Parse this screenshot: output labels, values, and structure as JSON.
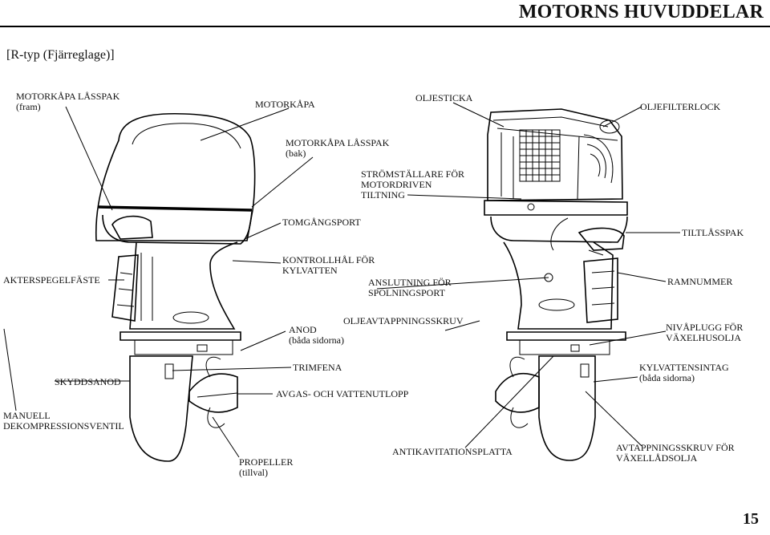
{
  "header": {
    "title": "MOTORNS HUVUDDELAR"
  },
  "section": {
    "subtitle": "[R-typ (Fjärreglage)]"
  },
  "page": {
    "number": "15"
  },
  "labels": {
    "cover_latch_front": {
      "line1": "MOTORKÅPA LÅSSPAK",
      "line2": "(fram)"
    },
    "engine_cover": "MOTORKÅPA",
    "oil_dipstick": "OLJESTICKA",
    "oil_filter_lock": "OLJEFILTERLOCK",
    "cover_latch_rear": {
      "line1": "MOTORKÅPA LÅSSPAK",
      "line2": "(bak)"
    },
    "power_tilt_switch": {
      "line1": "STRÖMSTÄLLARE FÖR",
      "line2": "MOTORDRIVEN",
      "line3": "TILTNING"
    },
    "idle_port": "TOMGÅNGSPORT",
    "tilt_lock_lever": "TILTLÅSSPAK",
    "transom_bracket": "AKTERSPEGELFÄSTE",
    "check_hole": {
      "line1": "KONTROLLHÅL FÖR",
      "line2": "KYLVATTEN"
    },
    "flush_port": {
      "line1": "ANSLUTNING FÖR",
      "line2": "SPOLNINGSPORT"
    },
    "frame_number": "RAMNUMMER",
    "anode": {
      "line1": "ANOD",
      "line2": "(båda sidorna)"
    },
    "oil_drain_bolt": "OLJEAVTAPPNINGSSKRUV",
    "gear_oil_level": {
      "line1": "NIVÅPLUGG FÖR",
      "line2": "VÄXELHUSOLJA"
    },
    "trim_tab": "TRIMFENA",
    "protection_anode": "SKYDDSANOD",
    "water_intake": {
      "line1": "KYLVATTENSINTAG",
      "line2": "(båda sidorna)"
    },
    "exhaust_outlet": "AVGAS- OCH VATTENUTLOPP",
    "manual_decompression": {
      "line1": "MANUELL",
      "line2": "DEKOMPRESSIONSVENTIL"
    },
    "propeller": {
      "line1": "PROPELLER",
      "line2": "(tillval)"
    },
    "anti_cavitation_plate": "ANTIKAVITATIONSPLATTA",
    "gear_oil_drain": {
      "line1": "AVTAPPNINGSSKRUV FÖR",
      "line2": "VÄXELLÅDSOLJA"
    }
  }
}
